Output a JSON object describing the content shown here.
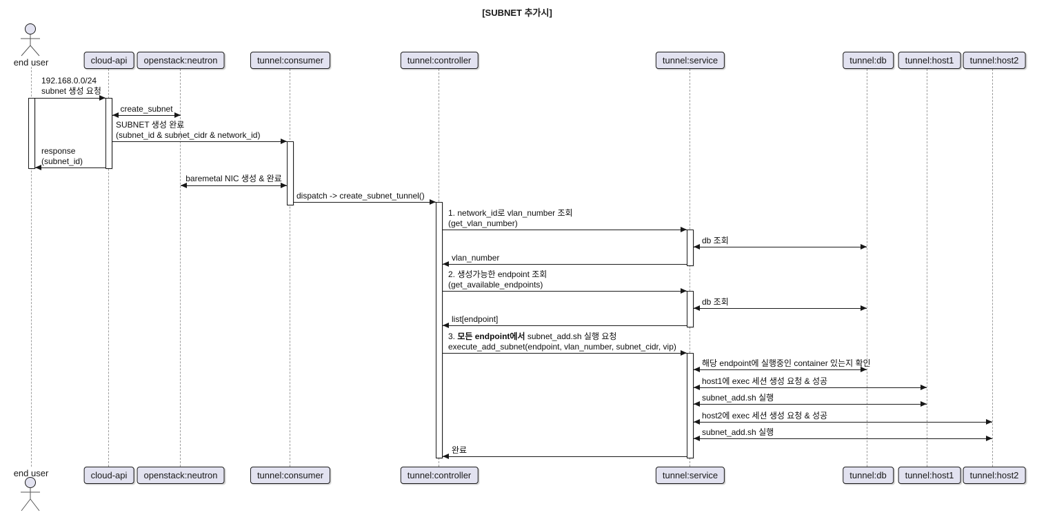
{
  "title": "[SUBNET 추가시]",
  "colors": {
    "participant_fill": "#E2E2F0",
    "participant_border": "#181818",
    "lifeline": "#9c9c9c",
    "arrow": "#181818",
    "background": "#ffffff"
  },
  "diagram": {
    "participants": [
      {
        "id": "end-user",
        "type": "actor",
        "label": "end user"
      },
      {
        "id": "cloud-api",
        "type": "box",
        "label": "cloud-api"
      },
      {
        "id": "openstack-neutron",
        "type": "box",
        "label": "openstack:neutron"
      },
      {
        "id": "tunnel-consumer",
        "type": "box",
        "label": "tunnel:consumer"
      },
      {
        "id": "tunnel-controller",
        "type": "box",
        "label": "tunnel:controller"
      },
      {
        "id": "tunnel-service",
        "type": "box",
        "label": "tunnel:service"
      },
      {
        "id": "tunnel-db",
        "type": "box",
        "label": "tunnel:db"
      },
      {
        "id": "tunnel-host1",
        "type": "box",
        "label": "tunnel:host1"
      },
      {
        "id": "tunnel-host2",
        "type": "box",
        "label": "tunnel:host2"
      }
    ],
    "messages": [
      {
        "from": "end user",
        "to": "cloud-api",
        "arrows": "right",
        "label": "192.168.0.0/24\nsubnet 생성 요청"
      },
      {
        "from": "cloud-api",
        "to": "openstack:neutron",
        "arrows": "both",
        "label": "create_subnet"
      },
      {
        "from": "cloud-api",
        "to": "tunnel:consumer",
        "arrows": "right",
        "label": "SUBNET 생성 완료\n(subnet_id & subnet_cidr & network_id)"
      },
      {
        "from": "cloud-api",
        "to": "end user",
        "arrows": "left",
        "label": "response\n(subnet_id)"
      },
      {
        "from": "openstack:neutron",
        "to": "tunnel:consumer",
        "arrows": "both",
        "label": "baremetal NIC 생성 & 완료"
      },
      {
        "from": "tunnel:consumer",
        "to": "tunnel:controller",
        "arrows": "right",
        "label": "dispatch -> create_subnet_tunnel()"
      },
      {
        "from": "tunnel:controller",
        "to": "tunnel:service",
        "arrows": "right",
        "label": "1. network_id로 vlan_number 조회\n(get_vlan_number)"
      },
      {
        "from": "tunnel:service",
        "to": "tunnel:db",
        "arrows": "both",
        "label": "db 조회"
      },
      {
        "from": "tunnel:service",
        "to": "tunnel:controller",
        "arrows": "left",
        "label": "vlan_number"
      },
      {
        "from": "tunnel:controller",
        "to": "tunnel:service",
        "arrows": "right",
        "label": "2. 생성가능한 endpoint 조회\n(get_available_endpoints)"
      },
      {
        "from": "tunnel:service",
        "to": "tunnel:db",
        "arrows": "both",
        "label": "db 조회"
      },
      {
        "from": "tunnel:service",
        "to": "tunnel:controller",
        "arrows": "left",
        "label": "list[endpoint]"
      },
      {
        "from": "tunnel:controller",
        "to": "tunnel:service",
        "arrows": "right",
        "prefix": "3. ",
        "bold": "모든 endpoint에서",
        "rest": " subnet_add.sh 실행 요청",
        "line2": "execute_add_subnet(endpoint, vlan_number, subnet_cidr, vip)"
      },
      {
        "from": "tunnel:service",
        "to": "tunnel:db",
        "arrows": "both",
        "label": "해당 endpoint에 실행중인 container 있는지 확인"
      },
      {
        "from": "tunnel:service",
        "to": "tunnel:host1",
        "arrows": "both",
        "label": "host1에 exec 세션 생성 요청 & 성공"
      },
      {
        "from": "tunnel:service",
        "to": "tunnel:host1",
        "arrows": "both",
        "label": "subnet_add.sh 실행"
      },
      {
        "from": "tunnel:service",
        "to": "tunnel:host2",
        "arrows": "both",
        "label": "host2에 exec 세션 생성 요청 & 성공"
      },
      {
        "from": "tunnel:service",
        "to": "tunnel:host2",
        "arrows": "both",
        "label": "subnet_add.sh 실행"
      },
      {
        "from": "tunnel:service",
        "to": "tunnel:controller",
        "arrows": "left",
        "label": "완료"
      }
    ]
  }
}
